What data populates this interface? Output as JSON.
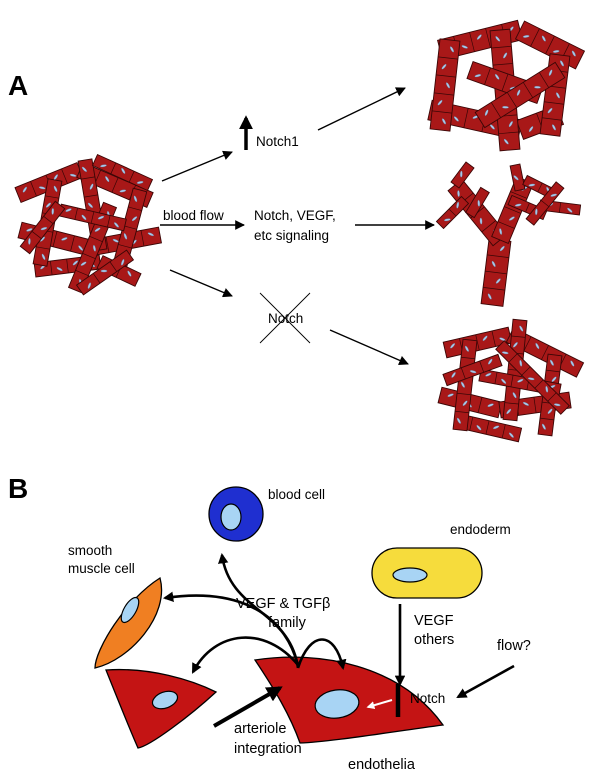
{
  "colors": {
    "vessel_fill": "#a81818",
    "vessel_stroke": "#3a0606",
    "nucleus_fill": "#a8c8e8",
    "blood_cell_outer": "#1f2fd0",
    "blood_cell_inner": "#a8d4f4",
    "smooth_muscle": "#f07f22",
    "endoderm": "#f6dc3c",
    "endothelial": "#c41414"
  },
  "panel_a": {
    "letter": "A",
    "labels": {
      "notch1": "Notch1",
      "blood_flow": "blood flow",
      "signaling_line1": "Notch, VEGF,",
      "signaling_line2": "etc signaling",
      "notch_crossed": "Notch"
    }
  },
  "panel_b": {
    "letter": "B",
    "labels": {
      "blood_cell": "blood cell",
      "endoderm": "endoderm",
      "smooth_line1": "smooth",
      "smooth_line2": "muscle cell",
      "vegf_tgf_line1": "VEGF & TGFβ",
      "vegf_tgf_line2": "family",
      "vegf_line1": "VEGF",
      "vegf_line2": "others",
      "flow": "flow?",
      "notch": "Notch",
      "arteriole_line1": "arteriole",
      "arteriole_line2": "integration",
      "endothelia": "endothelia"
    }
  }
}
